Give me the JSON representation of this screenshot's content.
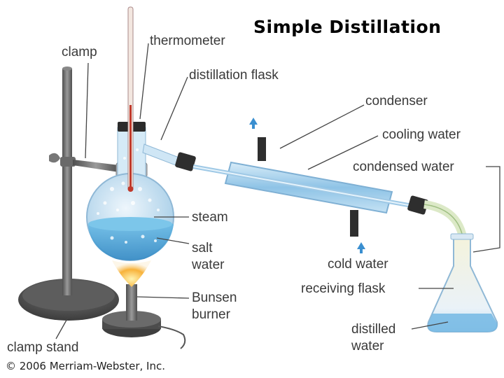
{
  "title": "Simple Distillation",
  "labels": {
    "clamp": "clamp",
    "thermometer": "thermometer",
    "distillation_flask": "distillation flask",
    "condenser": "condenser",
    "cooling_water": "cooling water",
    "condensed_water": "condensed water",
    "steam": "steam",
    "salt_water_line1": "salt",
    "salt_water_line2": "water",
    "cold_water": "cold water",
    "receiving_flask": "receiving flask",
    "bunsen_line1": "Bunsen",
    "bunsen_line2": "burner",
    "distilled_line1": "distilled",
    "distilled_line2": "water",
    "clamp_stand": "clamp stand"
  },
  "copyright": "© 2006 Merriam-Webster, Inc.",
  "colors": {
    "glass": "#a9cfe8",
    "water": "#4aa6d6",
    "stand": "#6e6e6e",
    "label": "#3a3a3a",
    "flame": "#f6a12a"
  }
}
